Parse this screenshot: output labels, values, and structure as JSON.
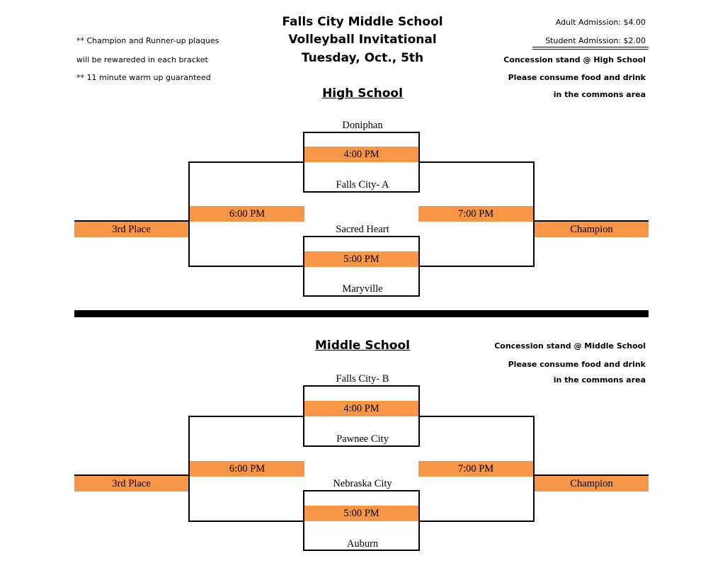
{
  "header": {
    "line1": "Falls City Middle School",
    "line2": "Volleyball Invitational",
    "line3": "Tuesday, Oct., 5th"
  },
  "notes_left": [
    "** Champion and Runner-up plaques",
    "will be rewareded in each bracket",
    "** 11 minute warm up guaranteed"
  ],
  "admission": {
    "adult": "Adult Admission:  $4.00",
    "student": "Student Admission: $2.00"
  },
  "high_school": {
    "title": "High School",
    "concession": [
      "Concession stand @ High School",
      "Please consume food and drink",
      "in the commons area"
    ],
    "game1": {
      "team_top": "Doniphan",
      "time": "4:00 PM",
      "team_bottom": "Falls City- A"
    },
    "game2": {
      "team_top": "Sacred Heart",
      "time": "5:00 PM",
      "team_bottom": "Maryville"
    },
    "left_time": "6:00 PM",
    "right_time": "7:00 PM",
    "third": "3rd Place",
    "champion": "Champion"
  },
  "middle_school": {
    "title": "Middle School",
    "concession": [
      "Concession stand @ Middle School",
      "Please consume food and drink",
      "in the commons area"
    ],
    "game1": {
      "team_top": "Falls City- B",
      "time": "4:00 PM",
      "team_bottom": "Pawnee City"
    },
    "game2": {
      "team_top": "Nebraska City",
      "time": "5:00 PM",
      "team_bottom": "Auburn"
    },
    "left_time": "6:00 PM",
    "right_time": "7:00 PM",
    "third": "3rd Place",
    "champion": "Champion"
  },
  "colors": {
    "slot": "#f79646",
    "line": "#000000"
  }
}
